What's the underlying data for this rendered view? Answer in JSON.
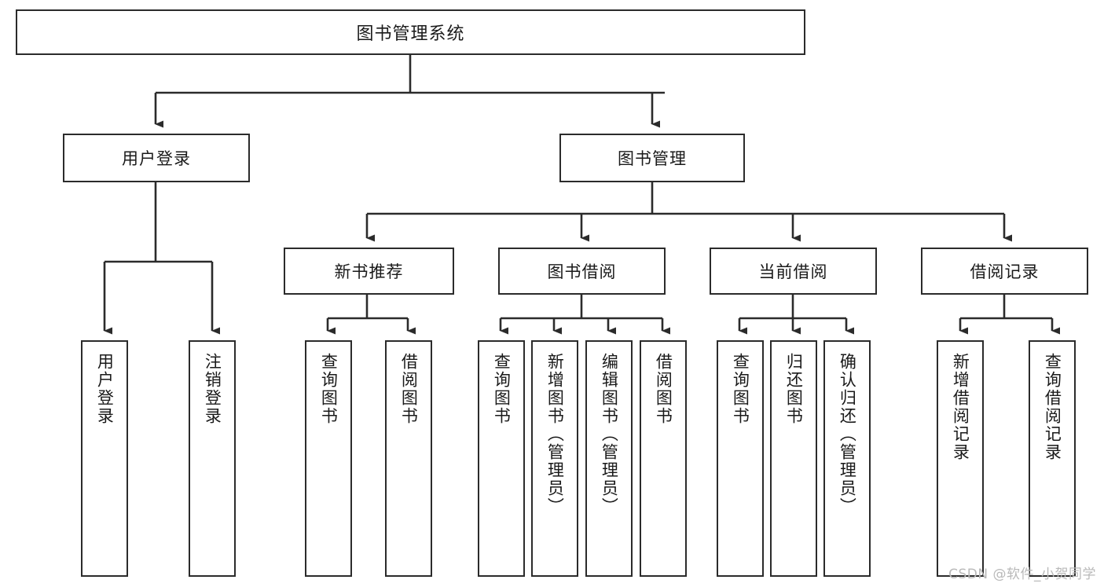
{
  "diagram": {
    "title": "图书管理系统",
    "type": "tree",
    "watermark": "CSDN @软件_小贺同学",
    "style": {
      "box_fill": "#ffffff",
      "box_stroke": "#2b2b2b",
      "edge_color": "#2b2b2b",
      "text_color": "#1a1a1a",
      "watermark_color": "#b9b9b9",
      "background": "#ffffff"
    },
    "root": {
      "label": "图书管理系统"
    },
    "level2": [
      {
        "label": "用户登录"
      },
      {
        "label": "图书管理"
      }
    ],
    "level3": [
      {
        "label": "新书推荐"
      },
      {
        "label": "图书借阅"
      },
      {
        "label": "当前借阅"
      },
      {
        "label": "借阅记录"
      }
    ],
    "leaves": {
      "user_login": [
        {
          "label": "用户登录"
        },
        {
          "label": "注销登录"
        }
      ],
      "new_book_recommend": [
        {
          "label": "查询图书"
        },
        {
          "label": "借阅图书"
        }
      ],
      "book_borrow": [
        {
          "label": "查询图书"
        },
        {
          "label": "新增图书（管理员）"
        },
        {
          "label": "编辑图书（管理员）"
        },
        {
          "label": "借阅图书"
        }
      ],
      "current_borrow": [
        {
          "label": "查询图书"
        },
        {
          "label": "归还图书"
        },
        {
          "label": "确认归还（管理员）"
        }
      ],
      "borrow_record": [
        {
          "label": "新增借阅记录"
        },
        {
          "label": "查询借阅记录"
        }
      ]
    }
  }
}
